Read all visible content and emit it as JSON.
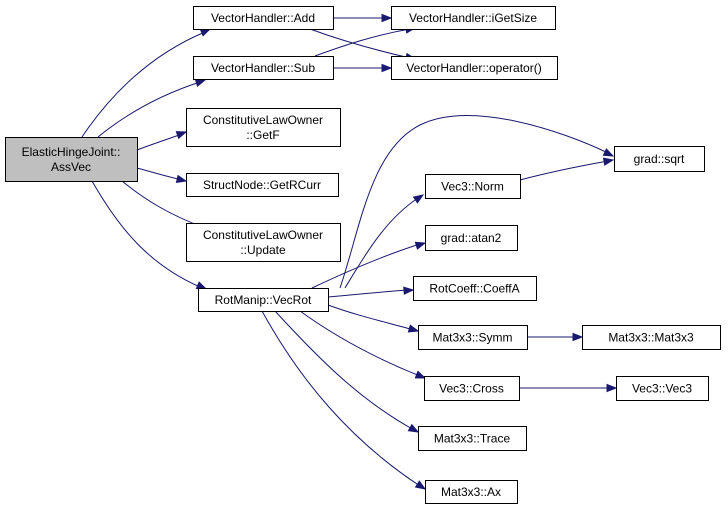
{
  "nodes": {
    "root": [
      "ElasticHingeJoint::",
      "AssVec"
    ],
    "vh_add": [
      "VectorHandler::Add"
    ],
    "vh_sub": [
      "VectorHandler::Sub"
    ],
    "vh_igetsize": [
      "VectorHandler::iGetSize"
    ],
    "vh_operator": [
      "VectorHandler::operator()"
    ],
    "clo_getf": [
      "ConstitutiveLawOwner",
      "::GetF"
    ],
    "sn_getrcurr": [
      "StructNode::GetRCurr"
    ],
    "clo_update": [
      "ConstitutiveLawOwner",
      "::Update"
    ],
    "rm_vecrot": [
      "RotManip::VecRot"
    ],
    "grad_sqrt": [
      "grad::sqrt"
    ],
    "vec3_norm": [
      "Vec3::Norm"
    ],
    "grad_atan2": [
      "grad::atan2"
    ],
    "rc_coeffa": [
      "RotCoeff::CoeffA"
    ],
    "m33_symm": [
      "Mat3x3::Symm"
    ],
    "m33_mat3x3": [
      "Mat3x3::Mat3x3"
    ],
    "vec3_cross": [
      "Vec3::Cross"
    ],
    "vec3_vec3": [
      "Vec3::Vec3"
    ],
    "m33_trace": [
      "Mat3x3::Trace"
    ],
    "m33_ax": [
      "Mat3x3::Ax"
    ]
  },
  "colors": {
    "edge": "#191970",
    "root_fill": "#bfbfbf",
    "node_fill": "#ffffff",
    "node_border": "#000000"
  }
}
